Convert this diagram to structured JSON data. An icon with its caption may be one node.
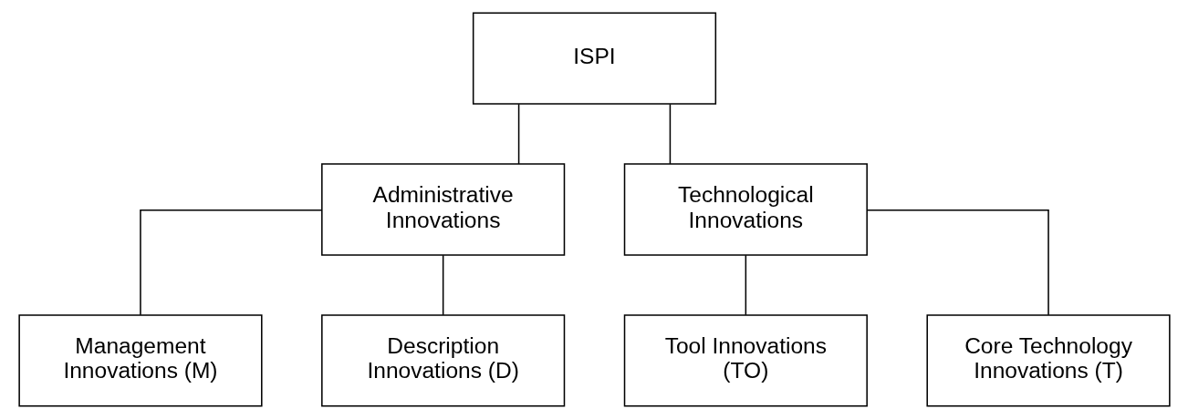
{
  "diagram": {
    "nodes": [
      {
        "text": [
          "ISPI"
        ]
      },
      {
        "text": [
          "Administrative Innovations"
        ]
      },
      {
        "text": [
          "Technological Innovations"
        ]
      },
      {
        "text": [
          "Management Innovations (M)"
        ]
      },
      {
        "text": [
          "Description Innovations (D)"
        ]
      },
      {
        "text": [
          "Tool Innovations (TO)"
        ]
      },
      {
        "text": [
          "Core Technology Innovations (T)"
        ]
      }
    ],
    "edges": [
      {
        "from": 0,
        "to": 1,
        "arrow": "none"
      },
      {
        "from": 0,
        "to": 2,
        "arrow": "none"
      },
      {
        "from": 1,
        "to": 3,
        "arrow": "none"
      },
      {
        "from": 1,
        "to": 4,
        "arrow": "none"
      },
      {
        "from": 2,
        "to": 5,
        "arrow": "none"
      },
      {
        "from": 2,
        "to": 6,
        "arrow": "none"
      }
    ]
  }
}
